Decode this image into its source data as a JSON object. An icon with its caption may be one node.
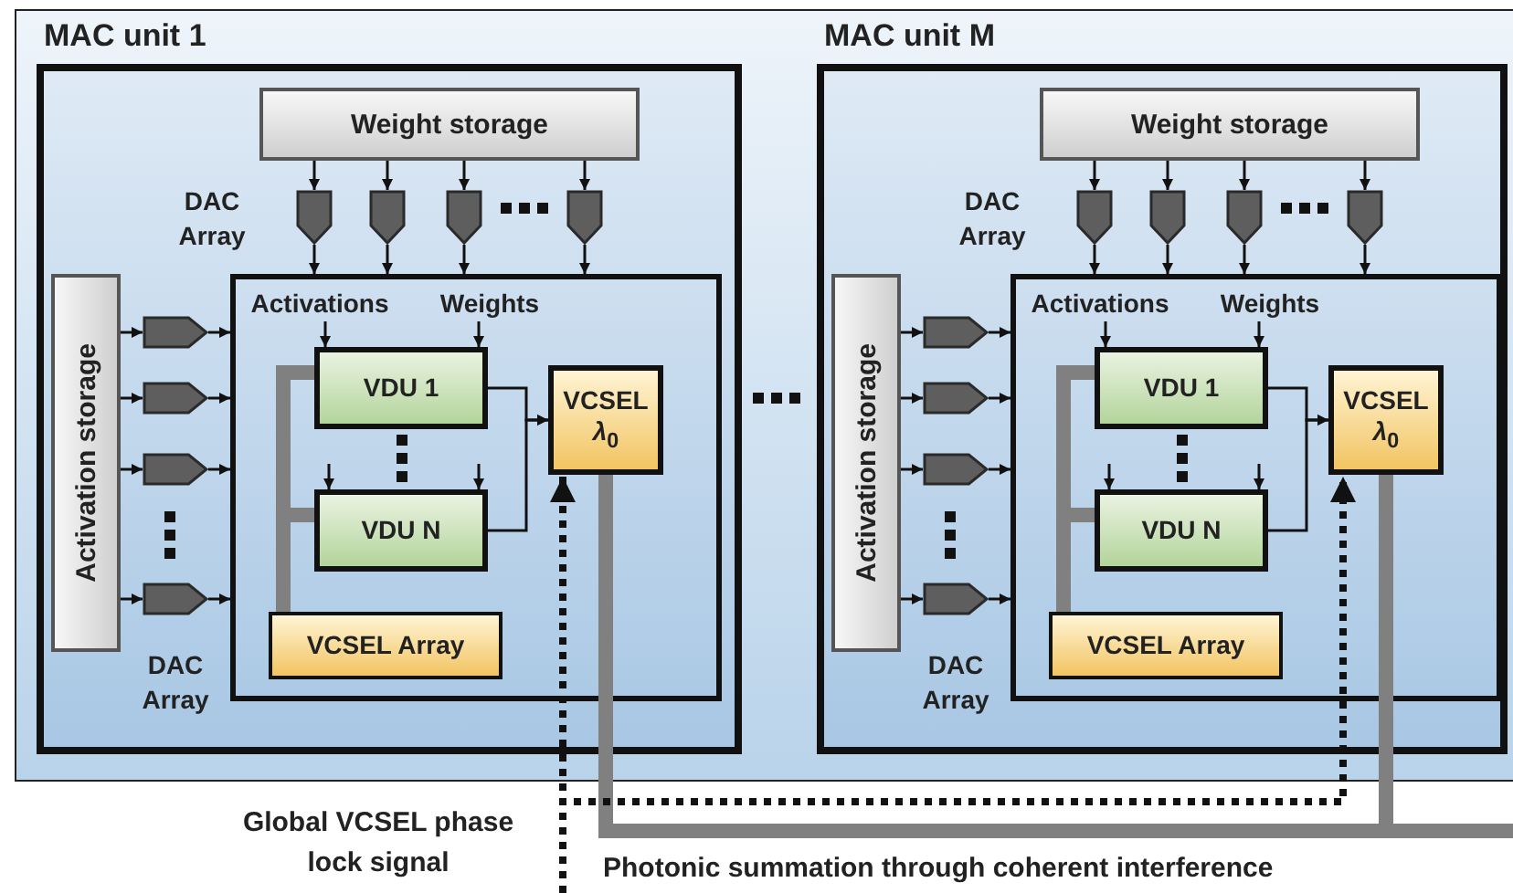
{
  "diagram": {
    "nodes": [
      {
        "text": [
          "MAC unit 1"
        ]
      },
      {
        "text": [
          "Weight storage"
        ],
        "in": 0
      },
      {
        "text": [],
        "shape": "pentagon",
        "in": 0
      },
      {
        "text": [],
        "shape": "pentagon",
        "in": 0
      },
      {
        "text": [],
        "shape": "pentagon",
        "in": 0
      },
      {
        "text": [],
        "shape": "pentagon",
        "in": 0
      },
      {
        "text": [
          "Activation storage"
        ],
        "in": 0
      },
      {
        "text": [],
        "shape": "pentagon",
        "in": 0
      },
      {
        "text": [],
        "shape": "pentagon",
        "in": 0
      },
      {
        "text": [],
        "shape": "pentagon",
        "in": 0
      },
      {
        "text": [],
        "shape": "pentagon",
        "in": 0
      },
      {
        "text": [],
        "shape": "box",
        "in": 0
      },
      {
        "text": [
          "Activations"
        ],
        "in": 11
      },
      {
        "text": [
          "Weights"
        ],
        "in": 11
      },
      {
        "text": [
          "VDU 1"
        ],
        "in": 11
      },
      {
        "text": [
          "VDU N"
        ],
        "in": 11
      },
      {
        "text": [
          "VCSEL *λ*$_{0}$"
        ],
        "in": 11
      },
      {
        "text": [
          "VCSEL Array"
        ],
        "in": 11
      },
      {
        "text": [
          "MAC unit M"
        ]
      },
      {
        "text": [
          "Weight storage"
        ],
        "in": 18
      },
      {
        "text": [],
        "shape": "pentagon",
        "in": 18
      },
      {
        "text": [],
        "shape": "pentagon",
        "in": 18
      },
      {
        "text": [],
        "shape": "pentagon",
        "in": 18
      },
      {
        "text": [],
        "shape": "pentagon",
        "in": 18
      },
      {
        "text": [
          "Activation storage"
        ],
        "in": 18
      },
      {
        "text": [],
        "shape": "pentagon",
        "in": 18
      },
      {
        "text": [],
        "shape": "pentagon",
        "in": 18
      },
      {
        "text": [],
        "shape": "pentagon",
        "in": 18
      },
      {
        "text": [],
        "shape": "pentagon",
        "in": 18
      },
      {
        "text": [],
        "shape": "box",
        "in": 18
      },
      {
        "text": [
          "Activations"
        ],
        "in": 29
      },
      {
        "text": [
          "Weights"
        ],
        "in": 29
      },
      {
        "text": [
          "VDU 1"
        ],
        "in": 29
      },
      {
        "text": [
          "VDU N"
        ],
        "in": 29
      },
      {
        "text": [
          "VCSEL *λ*$_{0}$"
        ],
        "in": 29
      },
      {
        "text": [
          "VCSEL Array"
        ],
        "in": 29
      }
    ],
    "edges": [
      {
        "from": 1,
        "to": 2,
        "arrow": "to"
      },
      {
        "from": 1,
        "to": 3,
        "arrow": "to"
      },
      {
        "from": 1,
        "to": 4,
        "arrow": "to"
      },
      {
        "from": 1,
        "to": 5,
        "arrow": "to"
      },
      {
        "from": 2,
        "to": 11,
        "arrow": "to"
      },
      {
        "from": 3,
        "to": 11,
        "arrow": "to"
      },
      {
        "from": 4,
        "to": 11,
        "arrow": "to"
      },
      {
        "from": 5,
        "to": 11,
        "arrow": "to"
      },
      {
        "from": 6,
        "to": 7,
        "arrow": "to"
      },
      {
        "from": 6,
        "to": 8,
        "arrow": "to"
      },
      {
        "from": 6,
        "to": 9,
        "arrow": "to"
      },
      {
        "from": 6,
        "to": 10,
        "arrow": "to"
      },
      {
        "from": 7,
        "to": 11,
        "arrow": "to"
      },
      {
        "from": 8,
        "to": 11,
        "arrow": "to"
      },
      {
        "from": 9,
        "to": 11,
        "arrow": "to"
      },
      {
        "from": 10,
        "to": 11,
        "arrow": "to"
      },
      {
        "from": 12,
        "to": 14,
        "arrow": "to"
      },
      {
        "from": 13,
        "to": 14,
        "arrow": "to"
      },
      {
        "from": null,
        "to": 15,
        "arrow": "to"
      },
      {
        "from": null,
        "to": 15,
        "arrow": "to"
      },
      {
        "from": 14,
        "to": 16,
        "arrow": "to"
      },
      {
        "from": 15,
        "to": 16,
        "arrow": "to"
      },
      {
        "from": 17,
        "to": 14,
        "arrow": "none",
        "style": "thick",
        "color": "#808080"
      },
      {
        "from": 17,
        "to": 15,
        "arrow": "none",
        "style": "thick",
        "color": "#808080"
      },
      {
        "from": 19,
        "to": 20,
        "arrow": "to"
      },
      {
        "from": 19,
        "to": 21,
        "arrow": "to"
      },
      {
        "from": 19,
        "to": 22,
        "arrow": "to"
      },
      {
        "from": 19,
        "to": 23,
        "arrow": "to"
      },
      {
        "from": 20,
        "to": 29,
        "arrow": "to"
      },
      {
        "from": 21,
        "to": 29,
        "arrow": "to"
      },
      {
        "from": 22,
        "to": 29,
        "arrow": "to"
      },
      {
        "from": 23,
        "to": 29,
        "arrow": "to"
      },
      {
        "from": 24,
        "to": 25,
        "arrow": "to"
      },
      {
        "from": 24,
        "to": 26,
        "arrow": "to"
      },
      {
        "from": 24,
        "to": 27,
        "arrow": "to"
      },
      {
        "from": 24,
        "to": 28,
        "arrow": "to"
      },
      {
        "from": 25,
        "to": 29,
        "arrow": "to"
      },
      {
        "from": 26,
        "to": 29,
        "arrow": "to"
      },
      {
        "from": 27,
        "to": 29,
        "arrow": "to"
      },
      {
        "from": 28,
        "to": 29,
        "arrow": "to"
      },
      {
        "from": 30,
        "to": 32,
        "arrow": "to"
      },
      {
        "from": 31,
        "to": 32,
        "arrow": "to"
      },
      {
        "from": null,
        "to": 33,
        "arrow": "to"
      },
      {
        "from": null,
        "to": 33,
        "arrow": "to"
      },
      {
        "from": 32,
        "to": 34,
        "arrow": "to"
      },
      {
        "from": 33,
        "to": 34,
        "arrow": "to"
      },
      {
        "from": 35,
        "to": 32,
        "arrow": "none",
        "style": "thick",
        "color": "#808080"
      },
      {
        "from": 35,
        "to": 33,
        "arrow": "none",
        "style": "thick",
        "color": "#808080"
      },
      {
        "from": 16,
        "to": null,
        "arrow": "none",
        "style": "thick",
        "color": "#808080"
      },
      {
        "from": 34,
        "to": null,
        "arrow": "none",
        "style": "thick",
        "color": "#808080"
      },
      {
        "from": null,
        "to": 16,
        "arrow": "to",
        "style": "dashed"
      },
      {
        "from": null,
        "to": 34,
        "arrow": "to",
        "style": "dashed"
      }
    ],
    "labels": [
      "DAC Array",
      "DAC Array",
      "DAC Array",
      "DAC Array",
      "Global VCSEL phase lock signal",
      "Photonic summation through coherent interference"
    ]
  }
}
